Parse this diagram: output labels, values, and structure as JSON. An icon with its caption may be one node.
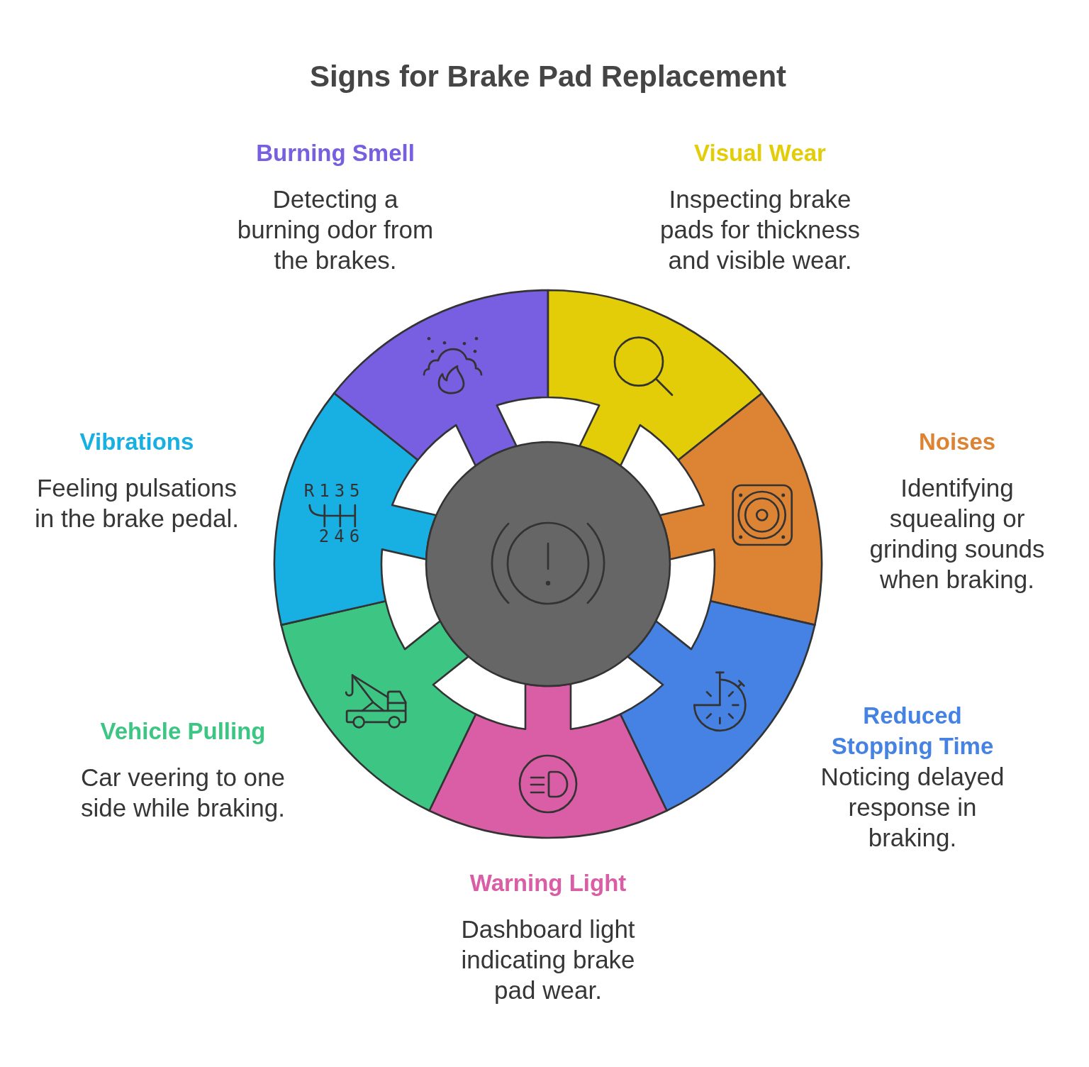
{
  "diagram": {
    "title": "Signs for Brake Pad Replacement",
    "nodes": [
      {
        "text": [],
        "shape": "segment",
        "beside": [
          "Burning Smell",
          "Detecting a burning odor from the brakes."
        ]
      },
      {
        "text": [],
        "shape": "segment",
        "beside": [
          "Visual Wear",
          "Inspecting brake pads for thickness and visible wear."
        ]
      },
      {
        "text": [],
        "shape": "segment",
        "beside": [
          "Noises",
          "Identifying squealing or grinding sounds when braking."
        ]
      },
      {
        "text": [],
        "shape": "segment",
        "beside": [
          "Reduced Stopping Time",
          "Noticing delayed response in braking."
        ]
      },
      {
        "text": [],
        "shape": "segment",
        "beside": [
          "Warning Light",
          "Dashboard light indicating brake pad wear."
        ]
      },
      {
        "text": [],
        "shape": "segment",
        "beside": [
          "Vehicle Pulling",
          "Car veering to one side while braking."
        ]
      },
      {
        "text": [],
        "shape": "segment",
        "beside": [
          "Vibrations",
          "Feeling pulsations in the brake pedal."
        ]
      },
      {
        "text": [],
        "shape": "circle"
      }
    ],
    "labels": [
      "R135",
      "246"
    ]
  }
}
